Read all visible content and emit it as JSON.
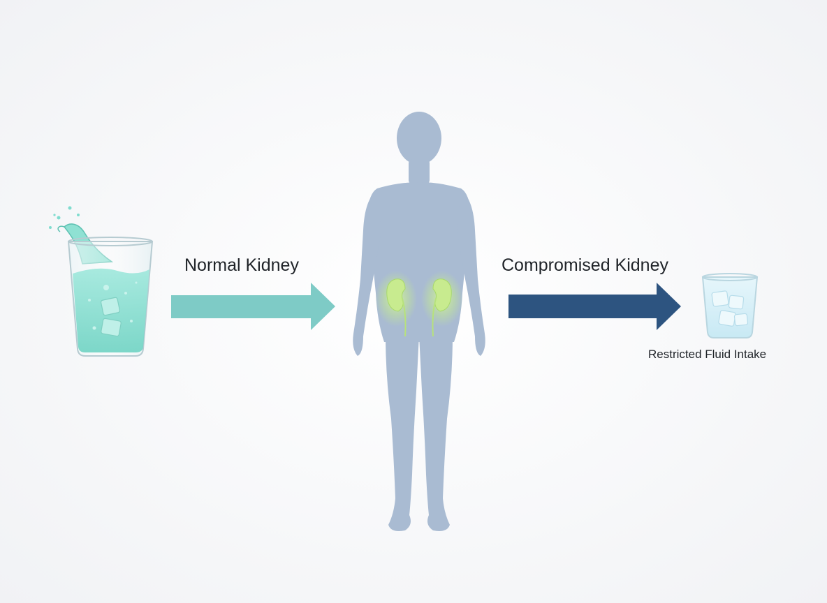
{
  "labels": {
    "normal_kidney": "Normal Kidney",
    "compromised_kidney": "Compromised Kidney",
    "restricted_fluid_intake": "Restricted Fluid Intake"
  },
  "colors": {
    "full_glass_water": "#7fdccf",
    "normal_arrow": "#7ecbc6",
    "body_silhouette": "#a9bbd2",
    "kidney_glow": "#c6ec8e",
    "compromised_arrow": "#2d5480",
    "small_glass_water": "#d8f0f8"
  },
  "icons": {
    "full_glass": "glass-full-water-icon",
    "body": "human-body-silhouette-icon",
    "kidneys": "kidney-pair-icon",
    "small_glass": "glass-ice-icon"
  }
}
